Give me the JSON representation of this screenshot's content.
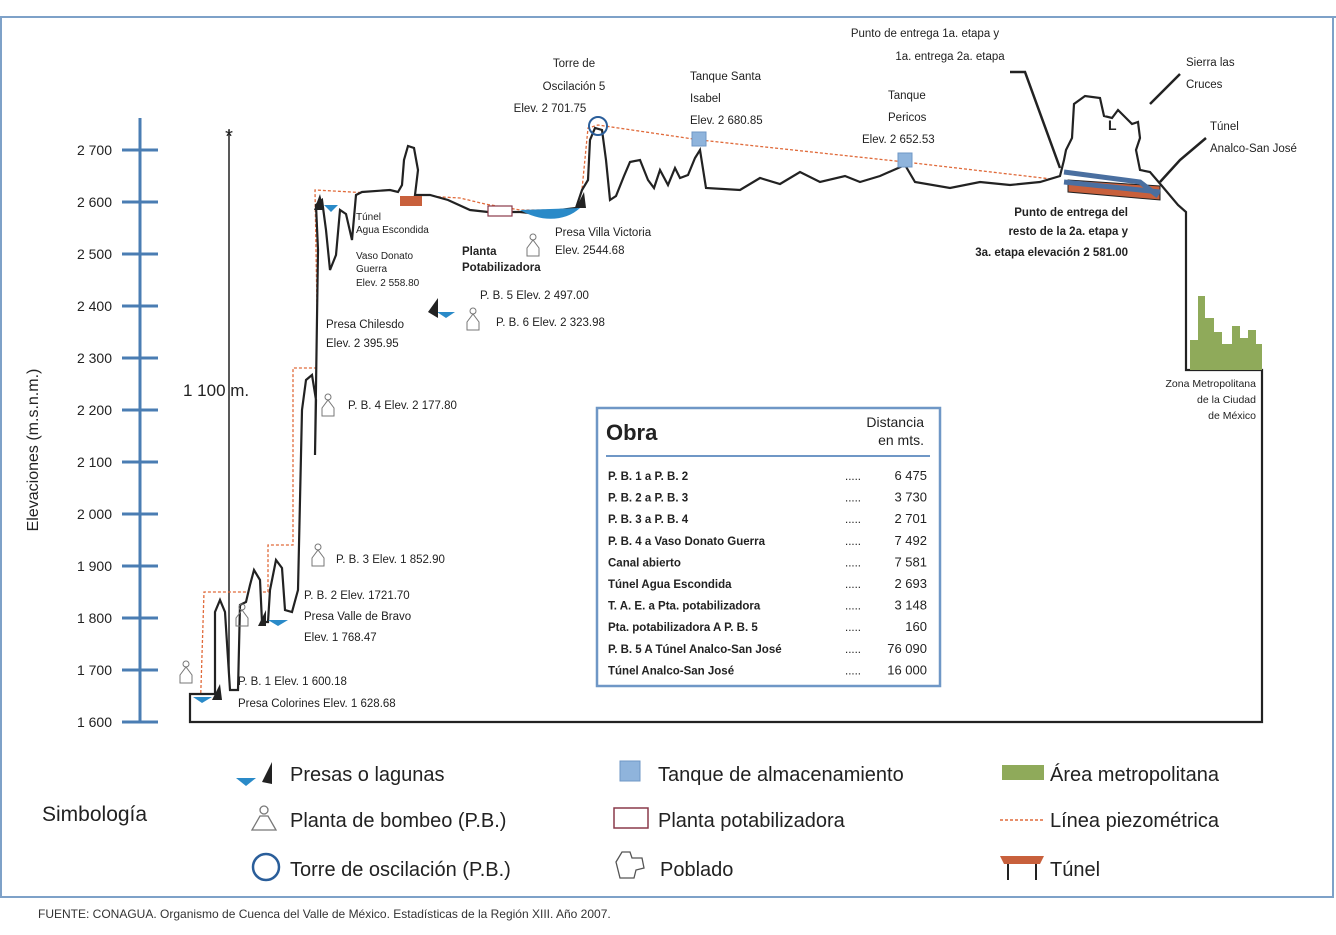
{
  "axis": {
    "ylabel": "Elevaciones (m.s.n.m.)",
    "ticks": [
      {
        "label": "2 700",
        "value": 2700
      },
      {
        "label": "2 600",
        "value": 2600
      },
      {
        "label": "2 500",
        "value": 2500
      },
      {
        "label": "2 400",
        "value": 2400
      },
      {
        "label": "2 300",
        "value": 2300
      },
      {
        "label": "2 200",
        "value": 2200
      },
      {
        "label": "2 100",
        "value": 2100
      },
      {
        "label": "2 000",
        "value": 2000
      },
      {
        "label": "1 900",
        "value": 1900
      },
      {
        "label": "1 800",
        "value": 1800
      },
      {
        "label": "1 700",
        "value": 1700
      },
      {
        "label": "1 600",
        "value": 1600
      }
    ]
  },
  "height_marker": "1 100 m.",
  "annotations": {
    "torre": [
      "Torre de",
      "Oscilación 5",
      "Elev. 2 701.75"
    ],
    "tanque_santa": [
      "Tanque Santa",
      "Isabel",
      "Elev. 2 680.85"
    ],
    "tanque_pericos": [
      "Tanque",
      "Pericos",
      "Elev. 2 652.53"
    ],
    "punto_entrega_top": [
      "Punto de entrega 1a. etapa y",
      "1a. entrega 2a. etapa"
    ],
    "sierra": [
      "Sierra las",
      "Cruces"
    ],
    "tunel_analco": [
      "Túnel",
      "Analco-San José"
    ],
    "punto_entrega_bottom": [
      "Punto de entrega del",
      "resto de la 2a. etapa y",
      "3a. etapa elevación 2 581.00"
    ],
    "tunel_agua": [
      "Túnel",
      "Agua Escondida"
    ],
    "vaso_donato": [
      "Vaso Donato",
      "Guerra",
      "Elev. 2 558.80"
    ],
    "planta_pot": [
      "Planta",
      "Potabilizadora"
    ],
    "presa_villa": [
      "Presa Villa Victoria",
      "Elev. 2544.68"
    ],
    "pb5": "P. B. 5 Elev. 2 497.00",
    "pb6": "P. B. 6 Elev. 2 323.98",
    "presa_chilesdo": [
      "Presa Chilesdo",
      "Elev. 2 395.95"
    ],
    "pb4": "P. B. 4 Elev. 2 177.80",
    "pb3": "P. B. 3 Elev. 1 852.90",
    "pb2": [
      "P. B. 2 Elev. 1721.70",
      "Presa Valle de Bravo",
      "Elev. 1 768.47"
    ],
    "pb1": [
      "P. B. 1 Elev. 1 600.18",
      "Presa Colorines Elev. 1 628.68"
    ],
    "zona_metro": [
      "Zona Metropolitana",
      "de la Ciudad",
      "de México"
    ]
  },
  "table": {
    "title": "Obra",
    "header": [
      "Distancia",
      "en mts."
    ],
    "rows": [
      {
        "obra": "P. B. 1 a P. B. 2",
        "dots": ".....",
        "dist": "6 475"
      },
      {
        "obra": "P. B. 2 a P. B. 3",
        "dots": ".....",
        "dist": "3 730"
      },
      {
        "obra": "P. B. 3 a P. B. 4",
        "dots": ".....",
        "dist": "2 701"
      },
      {
        "obra": "P. B. 4 a Vaso Donato Guerra",
        "dots": ".....",
        "dist": "7 492"
      },
      {
        "obra": "Canal abierto",
        "dots": ".....",
        "dist": "7 581"
      },
      {
        "obra": "Túnel Agua Escondida",
        "dots": ".....",
        "dist": "2 693"
      },
      {
        "obra": "T. A. E. a Pta. potabilizadora",
        "dots": ".....",
        "dist": "3 148"
      },
      {
        "obra": "Pta. potabilizadora A P. B. 5",
        "dots": ".....",
        "dist": "160"
      },
      {
        "obra": "P. B. 5 A Túnel Analco-San José",
        "dots": ".....",
        "dist": "76 090"
      },
      {
        "obra": "Túnel Analco-San José",
        "dots": ".....",
        "dist": "16 000"
      }
    ]
  },
  "legend": {
    "title": "Simbología",
    "items": [
      {
        "label": "Presas o lagunas",
        "icon": "dam-icon"
      },
      {
        "label": "Planta de bombeo (P.B.)",
        "icon": "pump-plant-icon"
      },
      {
        "label": "Torre de oscilación (P.B.)",
        "icon": "surge-tower-icon"
      },
      {
        "label": "Tanque de almacenamiento",
        "icon": "storage-tank-icon"
      },
      {
        "label": "Planta potabilizadora",
        "icon": "treatment-plant-icon"
      },
      {
        "label": "Poblado",
        "icon": "town-icon"
      },
      {
        "label": "Área metropolitana",
        "icon": "metro-area-icon"
      },
      {
        "label": "Línea piezométrica",
        "icon": "piezometric-line-icon"
      },
      {
        "label": "Túnel",
        "icon": "tunnel-icon"
      }
    ]
  },
  "source": "FUENTE: CONAGUA. Organismo de Cuenca del Valle de México. Estadísticas de la Región XIII. Año 2007.",
  "colors": {
    "frame": "#7ea1c8",
    "axis": "#4a7db3",
    "water": "#2a8ac8",
    "tank": "#8fb4dc",
    "piezometric": "#e06a3a",
    "tunnel": "#c8603c",
    "metro": "#8faa5a",
    "table_border": "#6f97c6"
  }
}
